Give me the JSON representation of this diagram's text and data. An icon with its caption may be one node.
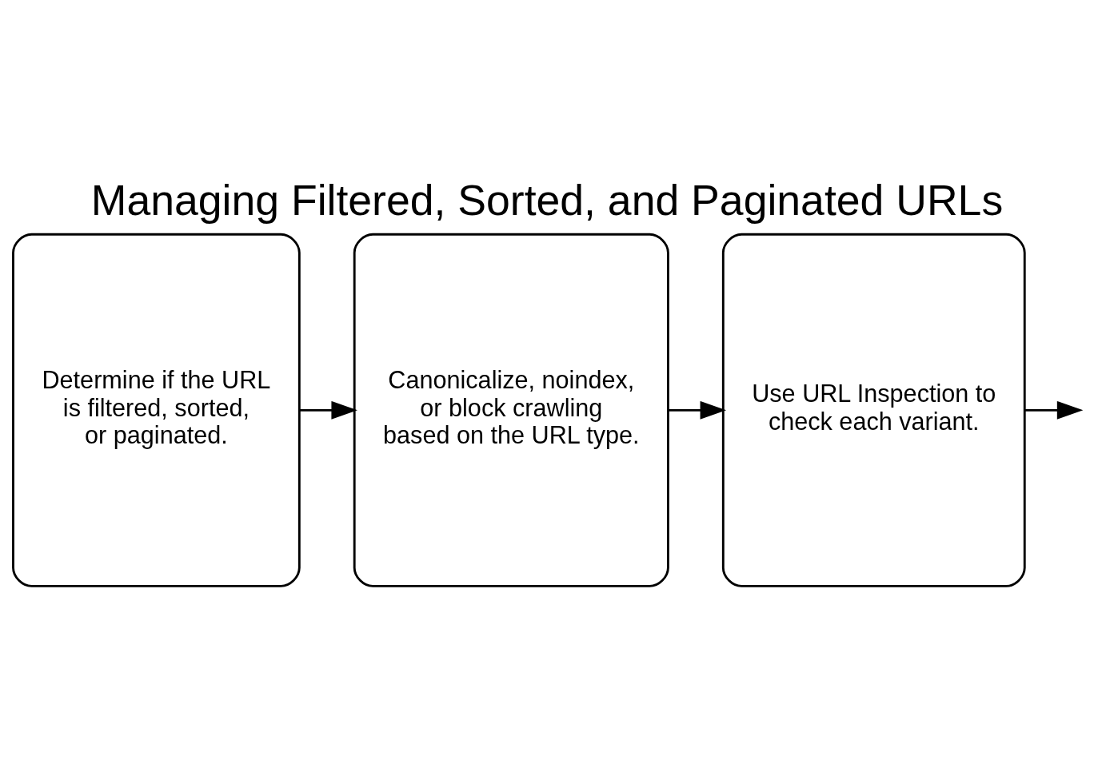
{
  "diagram": {
    "title": "Managing Filtered, Sorted, and Paginated URLs",
    "nodes": [
      {
        "text": [
          "Determine if the URL is filtered, sorted, or paginated."
        ]
      },
      {
        "text": [
          "Canonicalize, noindex, or block crawling based on the URL type."
        ]
      },
      {
        "text": [
          "Use URL Inspection to check each variant."
        ]
      }
    ],
    "edges": [
      {
        "from": 0,
        "to": 1,
        "arrow": "to"
      },
      {
        "from": 1,
        "to": 2,
        "arrow": "to"
      },
      {
        "from": 2,
        "to": null,
        "arrow": "to"
      }
    ]
  }
}
